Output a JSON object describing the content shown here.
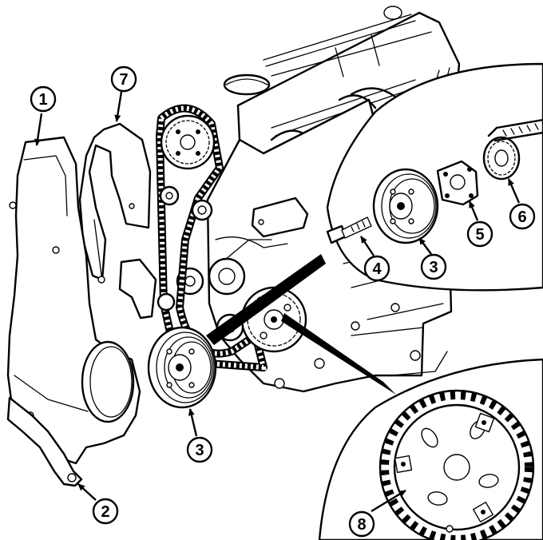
{
  "callouts": [
    {
      "id": "c1",
      "label": "1"
    },
    {
      "id": "c7",
      "label": "7"
    },
    {
      "id": "c4",
      "label": "4"
    },
    {
      "id": "c3a",
      "label": "3"
    },
    {
      "id": "c5",
      "label": "5"
    },
    {
      "id": "c6",
      "label": "6"
    },
    {
      "id": "c3b",
      "label": "3"
    },
    {
      "id": "c2",
      "label": "2"
    },
    {
      "id": "c8",
      "label": "8"
    }
  ]
}
